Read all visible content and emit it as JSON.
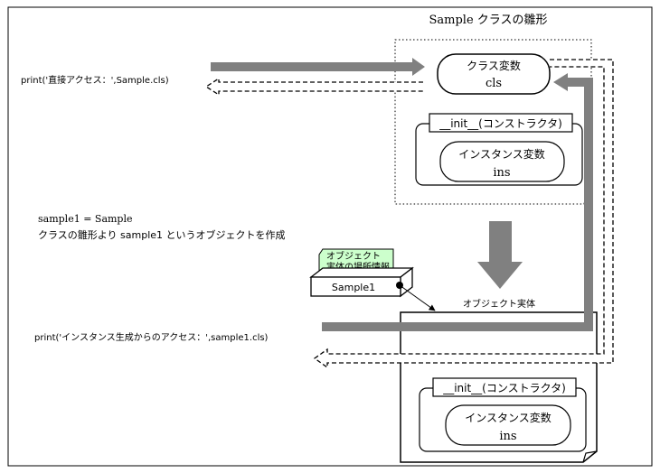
{
  "title": "Sample クラスの雛形",
  "class_template": {
    "class_var_label": "クラス変数",
    "class_var_name": "cls",
    "init_label": "__init__(コンストラクタ)",
    "instance_var_label": "インスタンス変数",
    "instance_var_name": "ins"
  },
  "direct_access_text": "print('直接アクセス：',Sample.cls)",
  "instantiation": {
    "line1": "sample1 = Sample",
    "line2": "クラスの雛形より sample1 というオブジェクトを作成"
  },
  "reference_label": {
    "line1": "オブジェクト",
    "line2": "実体の場所情報"
  },
  "variable_name": "Sample1",
  "object_entity_label": "オブジェクト実体",
  "instance_access_text": "print('インスタンス生成からのアクセス：',sample1.cls)",
  "object_entity": {
    "init_label": "__init__(コンストラクタ)",
    "instance_var_label": "インスタンス変数",
    "instance_var_name": "ins"
  },
  "colors": {
    "arrow_gray": "#808080",
    "note_green": "#ccffcc",
    "border": "#000000"
  }
}
